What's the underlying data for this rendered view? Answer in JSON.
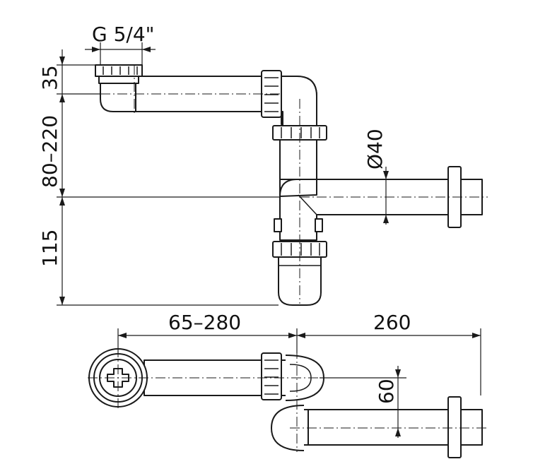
{
  "dimensions": {
    "thread": "G 5/4\"",
    "height_top": "35",
    "height_adjust": "80–220",
    "height_bottom": "115",
    "outlet_diameter": "Ø40",
    "length_adjust": "65–280",
    "length_outlet": "260",
    "offset": "60"
  },
  "colors": {
    "line": "#1a1a1a",
    "background": "#ffffff"
  }
}
